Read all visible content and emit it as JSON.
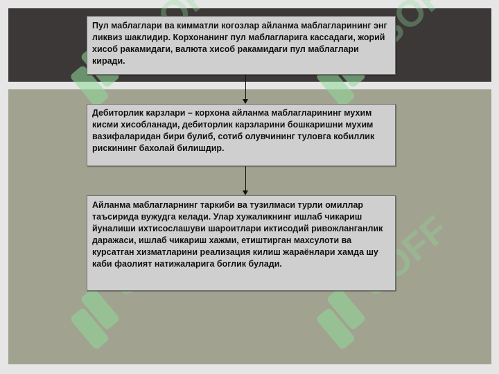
{
  "boxes": [
    {
      "text": "Пул маблаглари ва кимматли когозлар айланма маблагларининг энг ликвиз шаклидир. Корхонанинг пул маблагларига кассадаги, жорий хисоб ракамидаги, валюта хисоб ракамидаги пул маблаглари киради."
    },
    {
      "text": "Дебиторлик карзлари – корхона айланма маблагларининг мухим кисми хисобланади, дебиторлик карзларини бошкаришни мухим вазифаларидан бири булиб, сотиб олувчининг туловга кобиллик рискининг бахолай билишдир."
    },
    {
      "text": "Айланма маблагларнинг таркиби ва тузилмаси турли омиллар таъсирида вужудга келади. Улар хужаликнинг ишлаб чикариш йуналиши ихтисослашуви шароитлари иктисодий ривожланганлик даражаси, ишлаб чикариш хажми, етиштирган махсулоти ва курсатган хизматларини реализация килиш жараёнлари хамда шу каби фаолият натижаларига боглик булади."
    }
  ],
  "watermark": {
    "text": "SOFF",
    "icon": "soff-logo-icon",
    "color": "#8fdc9a"
  },
  "colors": {
    "top_band": "#3d3838",
    "body_band": "#a1a28f",
    "box_fill": "#cfcfcf"
  }
}
